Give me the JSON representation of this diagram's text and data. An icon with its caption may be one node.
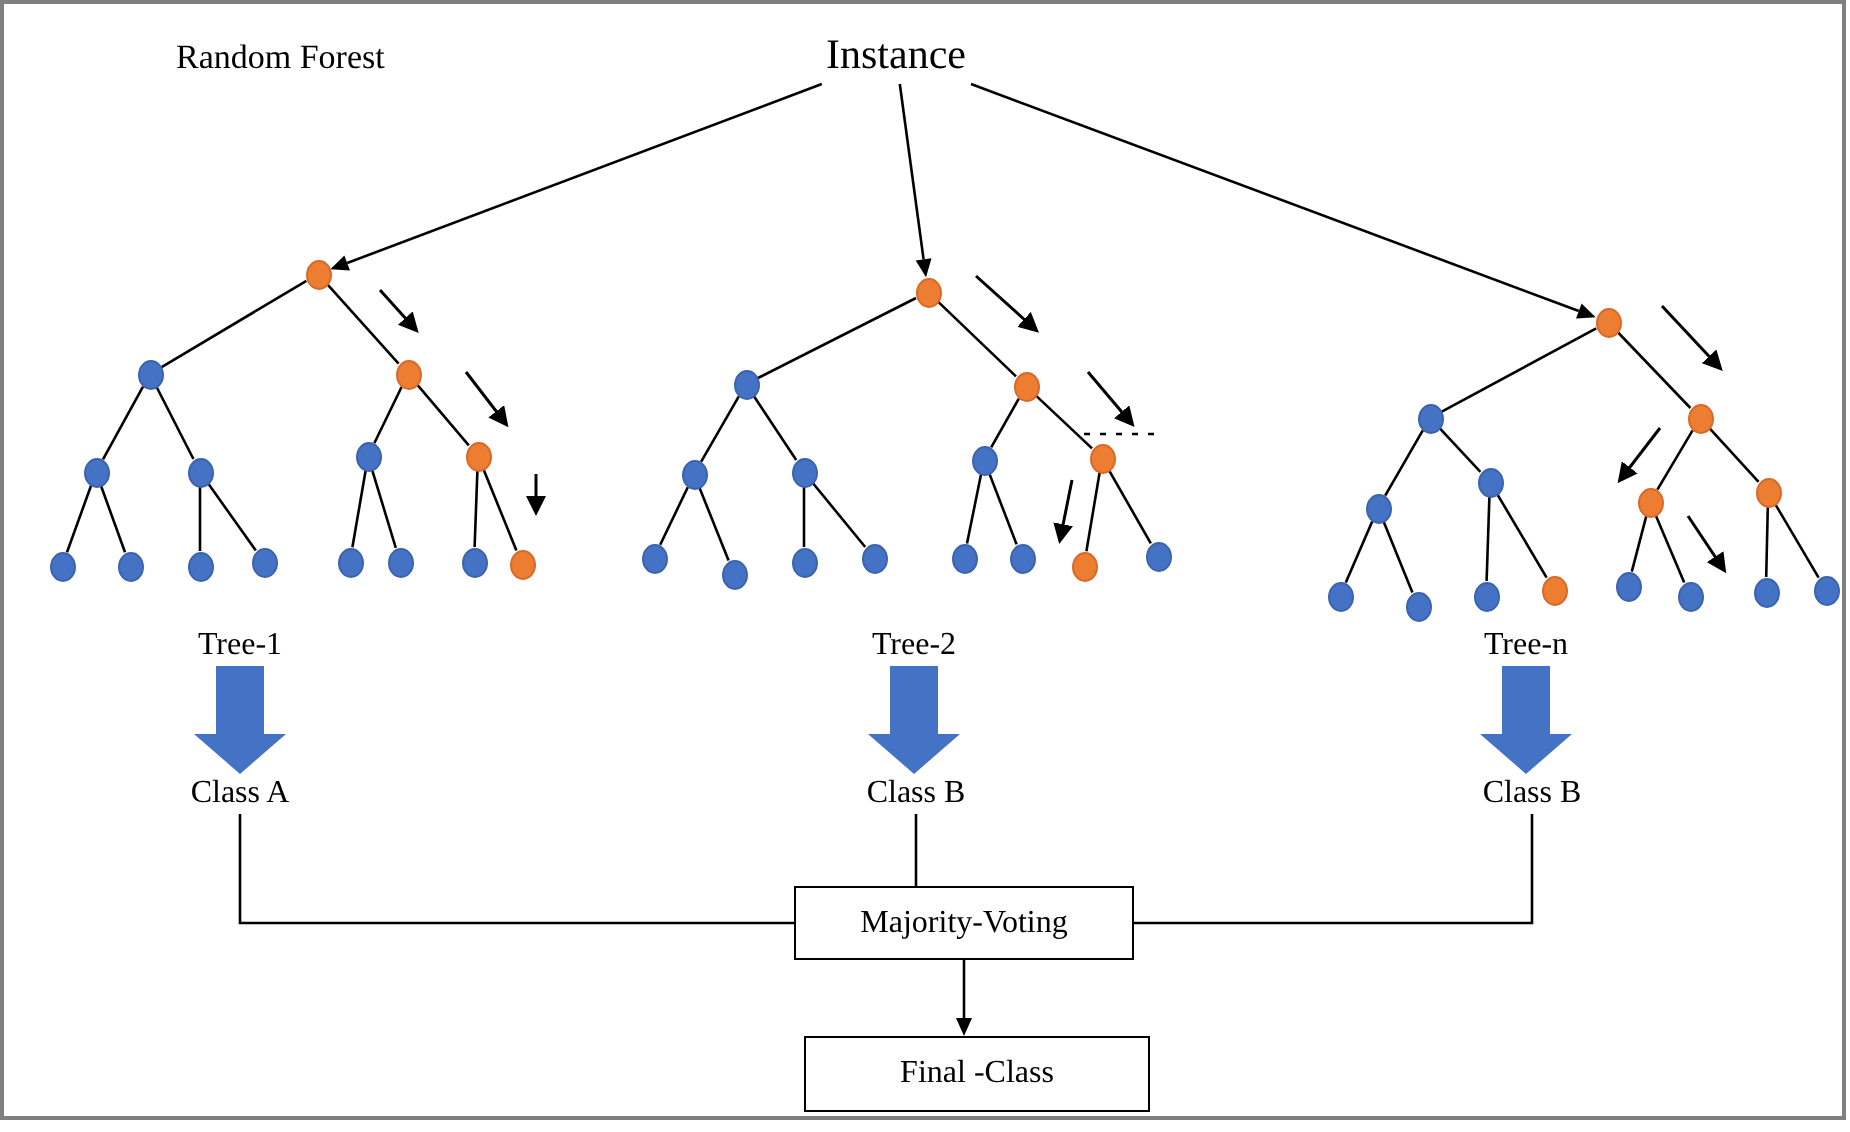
{
  "diagram": {
    "nodes": [
      {
        "text": [
          "Instance"
        ]
      },
      {
        "text": [],
        "shape": "circle"
      },
      {
        "text": [],
        "shape": "circle"
      },
      {
        "text": [],
        "shape": "circle"
      },
      {
        "text": [],
        "shape": "circle"
      },
      {
        "text": [],
        "shape": "circle"
      },
      {
        "text": [],
        "shape": "circle"
      },
      {
        "text": [],
        "shape": "circle"
      },
      {
        "text": [],
        "shape": "circle"
      },
      {
        "text": [],
        "shape": "circle"
      },
      {
        "text": [],
        "shape": "circle"
      },
      {
        "text": [],
        "shape": "circle"
      },
      {
        "text": [],
        "shape": "circle"
      },
      {
        "text": [],
        "shape": "circle"
      },
      {
        "text": [],
        "shape": "circle"
      },
      {
        "text": [],
        "shape": "circle"
      },
      {
        "text": [],
        "shape": "circle"
      },
      {
        "text": [],
        "shape": "circle"
      },
      {
        "text": [],
        "shape": "circle"
      },
      {
        "text": [],
        "shape": "circle"
      },
      {
        "text": [],
        "shape": "circle"
      },
      {
        "text": [],
        "shape": "circle"
      },
      {
        "text": [],
        "shape": "circle"
      },
      {
        "text": [],
        "shape": "circle"
      },
      {
        "text": [],
        "shape": "circle"
      },
      {
        "text": [],
        "shape": "circle"
      },
      {
        "text": [],
        "shape": "circle"
      },
      {
        "text": [],
        "shape": "circle"
      },
      {
        "text": [],
        "shape": "circle"
      },
      {
        "text": [],
        "shape": "circle"
      },
      {
        "text": [],
        "shape": "circle"
      },
      {
        "text": [],
        "shape": "circle"
      },
      {
        "text": [],
        "shape": "circle"
      },
      {
        "text": [],
        "shape": "circle"
      },
      {
        "text": [],
        "shape": "circle"
      },
      {
        "text": [],
        "shape": "circle"
      },
      {
        "text": [],
        "shape": "circle"
      },
      {
        "text": [],
        "shape": "circle"
      },
      {
        "text": [],
        "shape": "circle"
      },
      {
        "text": [],
        "shape": "circle"
      },
      {
        "text": [],
        "shape": "circle"
      },
      {
        "text": [],
        "shape": "circle"
      },
      {
        "text": [],
        "shape": "circle"
      },
      {
        "text": [],
        "shape": "circle"
      },
      {
        "text": [],
        "shape": "circle"
      },
      {
        "text": [],
        "shape": "circle"
      },
      {
        "text": [
          "Tree-1"
        ]
      },
      {
        "text": [
          "Class A"
        ]
      },
      {
        "text": [
          "Tree-2"
        ]
      },
      {
        "text": [
          "Class B"
        ]
      },
      {
        "text": [
          "Tree-n"
        ]
      },
      {
        "text": [
          "Class B"
        ]
      },
      {
        "text": [
          "Majority-Voting"
        ]
      },
      {
        "text": [
          "Final -Class"
        ]
      }
    ],
    "edges": [
      {
        "from": 0,
        "to": 1,
        "arrow": "to"
      },
      {
        "from": 0,
        "to": 16,
        "arrow": "to"
      },
      {
        "from": 0,
        "to": 31,
        "arrow": "to"
      },
      {
        "from": 1,
        "to": 2,
        "arrow": "none"
      },
      {
        "from": 1,
        "to": 3,
        "arrow": "none"
      },
      {
        "from": 2,
        "to": 4,
        "arrow": "none"
      },
      {
        "from": 2,
        "to": 5,
        "arrow": "none"
      },
      {
        "from": 3,
        "to": 6,
        "arrow": "none"
      },
      {
        "from": 3,
        "to": 7,
        "arrow": "none"
      },
      {
        "from": 4,
        "to": 8,
        "arrow": "none"
      },
      {
        "from": 4,
        "to": 9,
        "arrow": "none"
      },
      {
        "from": 5,
        "to": 10,
        "arrow": "none"
      },
      {
        "from": 5,
        "to": 11,
        "arrow": "none"
      },
      {
        "from": 6,
        "to": 12,
        "arrow": "none"
      },
      {
        "from": 6,
        "to": 13,
        "arrow": "none"
      },
      {
        "from": 7,
        "to": 14,
        "arrow": "none"
      },
      {
        "from": 7,
        "to": 15,
        "arrow": "none"
      },
      {
        "from": 16,
        "to": 17,
        "arrow": "none"
      },
      {
        "from": 16,
        "to": 18,
        "arrow": "none"
      },
      {
        "from": 17,
        "to": 19,
        "arrow": "none"
      },
      {
        "from": 17,
        "to": 20,
        "arrow": "none"
      },
      {
        "from": 18,
        "to": 21,
        "arrow": "none"
      },
      {
        "from": 18,
        "to": 22,
        "arrow": "none"
      },
      {
        "from": 19,
        "to": 23,
        "arrow": "none"
      },
      {
        "from": 19,
        "to": 24,
        "arrow": "none"
      },
      {
        "from": 20,
        "to": 25,
        "arrow": "none"
      },
      {
        "from": 20,
        "to": 26,
        "arrow": "none"
      },
      {
        "from": 21,
        "to": 27,
        "arrow": "none"
      },
      {
        "from": 21,
        "to": 28,
        "arrow": "none"
      },
      {
        "from": 22,
        "to": 29,
        "arrow": "none"
      },
      {
        "from": 22,
        "to": 30,
        "arrow": "none"
      },
      {
        "from": 31,
        "to": 32,
        "arrow": "none"
      },
      {
        "from": 31,
        "to": 33,
        "arrow": "none"
      },
      {
        "from": 32,
        "to": 34,
        "arrow": "none"
      },
      {
        "from": 32,
        "to": 35,
        "arrow": "none"
      },
      {
        "from": 33,
        "to": 36,
        "arrow": "none"
      },
      {
        "from": 33,
        "to": 37,
        "arrow": "none"
      },
      {
        "from": 34,
        "to": 38,
        "arrow": "none"
      },
      {
        "from": 34,
        "to": 39,
        "arrow": "none"
      },
      {
        "from": 35,
        "to": 40,
        "arrow": "none"
      },
      {
        "from": 35,
        "to": 41,
        "arrow": "none"
      },
      {
        "from": 36,
        "to": 42,
        "arrow": "none"
      },
      {
        "from": 36,
        "to": 43,
        "arrow": "none"
      },
      {
        "from": 37,
        "to": 44,
        "arrow": "none"
      },
      {
        "from": 37,
        "to": 45,
        "arrow": "none"
      },
      {
        "from": 46,
        "to": 47,
        "arrow": "to",
        "style": "thick",
        "color": "#4472c4"
      },
      {
        "from": 48,
        "to": 49,
        "arrow": "to",
        "style": "thick",
        "color": "#4472c4"
      },
      {
        "from": 50,
        "to": 51,
        "arrow": "to",
        "style": "thick",
        "color": "#4472c4"
      },
      {
        "from": 47,
        "to": 52,
        "arrow": "none"
      },
      {
        "from": 49,
        "to": 52,
        "arrow": "none"
      },
      {
        "from": 51,
        "to": 52,
        "arrow": "none"
      },
      {
        "from": 52,
        "to": 53,
        "arrow": "to"
      }
    ],
    "labels": [
      "Random Forest"
    ]
  }
}
